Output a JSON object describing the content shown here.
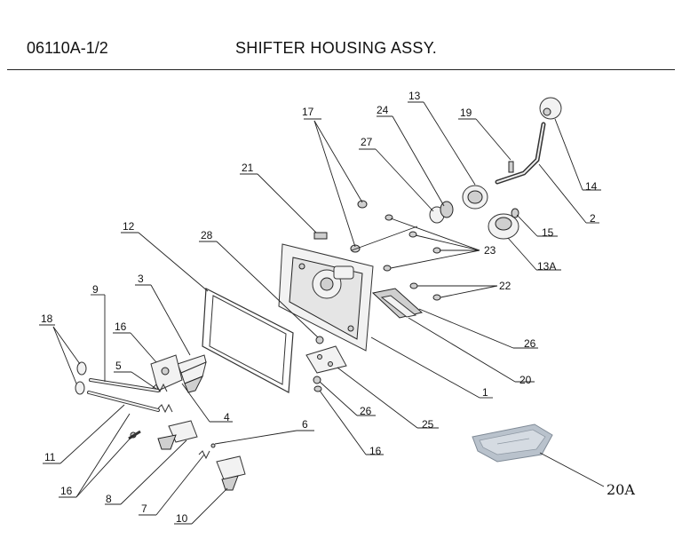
{
  "header": {
    "part_code": "06110A-1/2",
    "title": "SHIFTER HOUSING ASSY."
  },
  "callouts": {
    "c1": "1",
    "c2": "2",
    "c3": "3",
    "c4": "4",
    "c5": "5",
    "c6": "6",
    "c7": "7",
    "c8": "8",
    "c9": "9",
    "c10": "10",
    "c11": "11",
    "c12": "12",
    "c13": "13",
    "c13a": "13A",
    "c14": "14",
    "c15": "15",
    "c16a": "16",
    "c16b": "16",
    "c16c": "16",
    "c17": "17",
    "c18": "18",
    "c19": "19",
    "c20": "20",
    "c20a": "20A",
    "c21": "21",
    "c22": "22",
    "c23": "23",
    "c24": "24",
    "c25": "25",
    "c26a": "26",
    "c26b": "26",
    "c27": "27",
    "c28": "28"
  },
  "colors": {
    "line": "#222222",
    "part_fill": "#f2f2f2",
    "part_shade": "#cfcfcf",
    "bracket_20a": "#b9c2cc"
  }
}
